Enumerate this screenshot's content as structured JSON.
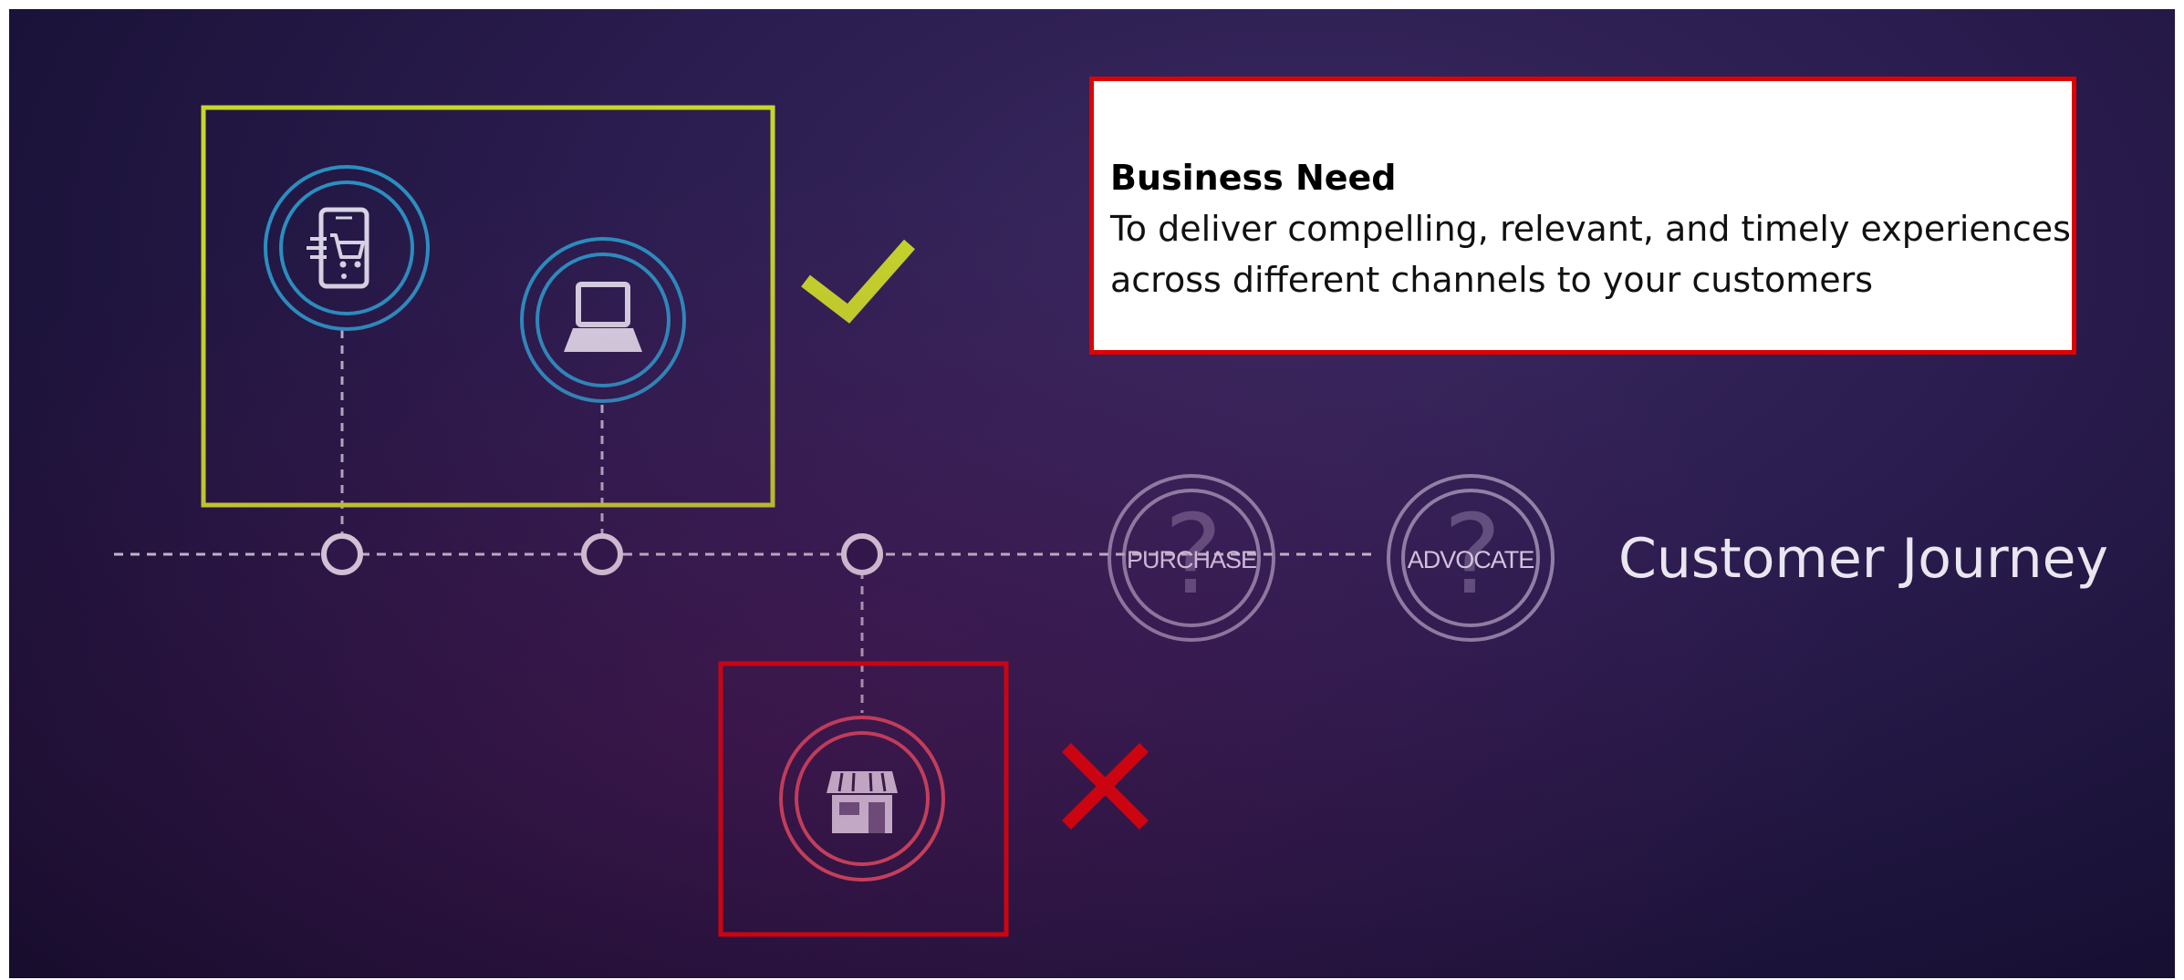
{
  "business_need": {
    "title": "Business Need",
    "body": "To deliver compelling, relevant, and timely experiences across different channels to your customers"
  },
  "journey": {
    "label": "Customer Journey",
    "stages": [
      {
        "label": "PURCHASE"
      },
      {
        "label": "ADVOCATE"
      }
    ]
  },
  "channels": [
    {
      "icon": "mobile-shopping-icon",
      "status": "covered"
    },
    {
      "icon": "laptop-icon",
      "status": "covered"
    },
    {
      "icon": "store-icon",
      "status": "not-covered"
    }
  ],
  "colors": {
    "check": "#c6d72a",
    "cross": "#e00000",
    "channel_ring": "#2a8fc0",
    "store_ring": "#d94a5a"
  }
}
